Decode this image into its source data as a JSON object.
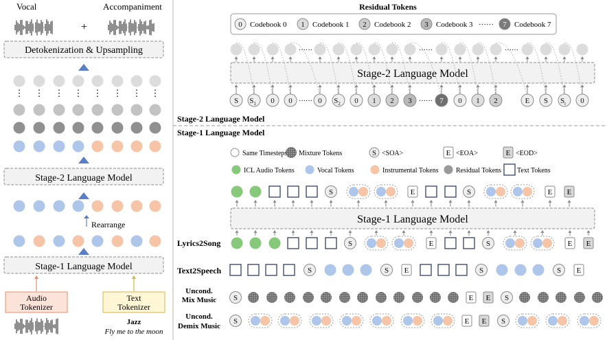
{
  "left": {
    "vocal_label": "Vocal",
    "plus": "+",
    "accompaniment_label": "Accompaniment",
    "detok_label": "Detokenization & Upsampling",
    "stage2_label": "Stage-2 Language Model",
    "rearrange_label": "Rearrange",
    "stage1_label": "Stage-1 Language Model",
    "audio_tokenizer_label": [
      "Audio",
      "Tokenizer"
    ],
    "text_tokenizer_label": [
      "Text",
      "Tokenizer"
    ],
    "jazz_label": "Jazz",
    "lyric_label": "Fly me to the moon"
  },
  "top": {
    "residual_title": "Residual Tokens",
    "codebooks": [
      {
        "glyph": "0",
        "label": "Codebook 0"
      },
      {
        "glyph": "1",
        "label": "Codebook 1"
      },
      {
        "glyph": "2",
        "label": "Codebook 2"
      },
      {
        "glyph": "3",
        "label": "Codebook 3"
      },
      {
        "glyph": "7",
        "label": "Codebook 7"
      }
    ],
    "ellipsis": "······",
    "stage2_lm_label": "Stage-2 Language Model",
    "dots": "······",
    "stage2_tokens": [
      "S",
      "S1",
      "0",
      "0",
      "0",
      "S2",
      "0",
      "1",
      "2",
      "3",
      "7",
      "0",
      "1",
      "2",
      "E",
      "S",
      "St",
      "0"
    ],
    "section_label": "Stage-2 Language Model"
  },
  "bottom": {
    "section_label": "Stage-1 Language Model",
    "legend": [
      {
        "kind": "same",
        "label": "Same Timesteps"
      },
      {
        "kind": "mixture",
        "label": "Mixture Tokens"
      },
      {
        "kind": "soa",
        "glyph": "S",
        "label": "<SOA>"
      },
      {
        "kind": "eoa",
        "glyph": "E",
        "label": "<EOA>"
      },
      {
        "kind": "eod",
        "glyph": "E",
        "label": "<EOD>"
      },
      {
        "kind": "icl",
        "label": "ICL Audio Tokens"
      },
      {
        "kind": "vocal",
        "label": "Vocal Tokens"
      },
      {
        "kind": "instr",
        "label": "Instrumental Tokens"
      },
      {
        "kind": "residual",
        "label": "Residual Tokens"
      },
      {
        "kind": "text",
        "label": "Text Tokens"
      }
    ],
    "stage1_lm_label": "Stage-1 Language Model",
    "row_labels": {
      "lyrics2song": "Lyrics2Song",
      "text2speech": "Text2Speech",
      "uncond_mix": [
        "Uncond.",
        "Mix Music"
      ],
      "uncond_demix": [
        "Uncond.",
        "Demix Music"
      ]
    },
    "token_glyphs": {
      "soa": "S",
      "eoa": "E",
      "eod": "E"
    }
  },
  "colors": {
    "vocal": "#aec6ea",
    "instrumental": "#f6c4a6",
    "icl": "#86c97a",
    "residual": "#9a9a9a",
    "light_gray": "#dcdcdc",
    "mid_gray": "#c3c3c3",
    "dark_gray": "#909090",
    "text_box": "#2f3e62",
    "arrow_blue": "#5b7fc6",
    "audio_tok_fill": "#fce3da",
    "audio_tok_border": "#e48d6a",
    "text_tok_fill": "#fff6d6",
    "text_tok_border": "#d4b347"
  }
}
